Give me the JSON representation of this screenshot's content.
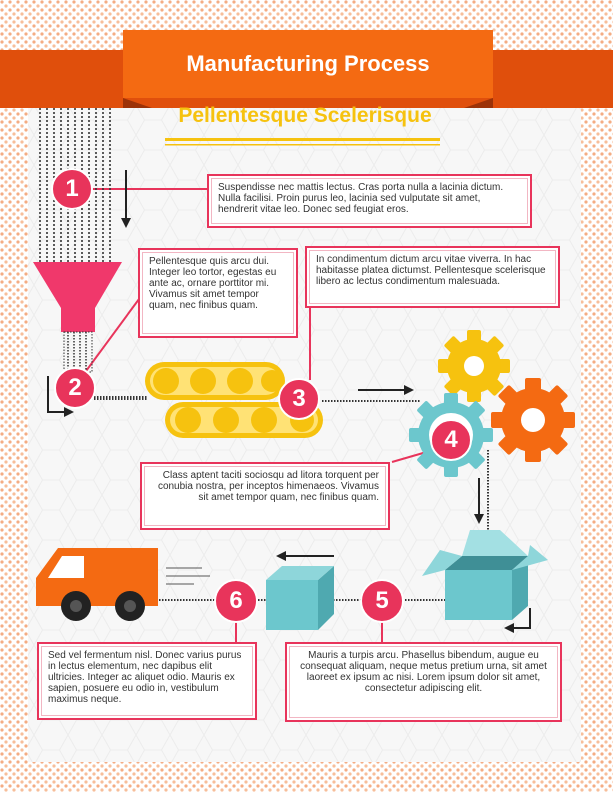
{
  "header": {
    "title": "Manufacturing Process",
    "subtitle": "Pellentesque Scelerisque"
  },
  "colors": {
    "orange": "#f46a12",
    "orange_dark": "#e04f0c",
    "pink": "#e8345b",
    "yellow": "#f6c20f",
    "teal": "#6cc7cd",
    "dot": "#f0915a"
  },
  "steps": [
    {
      "number": "1",
      "text": "Suspendisse nec mattis lectus. Cras porta nulla a lacinia dictum. Nulla facilisi. Proin purus leo, lacinia sed vulputate sit amet, hendrerit vitae leo. Donec sed feugiat eros."
    },
    {
      "number": "2",
      "text": "Pellentesque quis arcu dui. Integer leo tortor, egestas eu ante ac, ornare porttitor mi. Vivamus sit amet tempor quam, nec finibus quam."
    },
    {
      "number": "3",
      "text": "In condimentum dictum arcu vitae viverra. In hac habitasse platea dictumst. Pellentesque scelerisque libero ac lectus condimentum malesuada."
    },
    {
      "number": "4",
      "text": "Class aptent taciti sociosqu ad litora torquent per conubia nostra, per inceptos himenaeos. Vivamus sit amet tempor quam, nec finibus quam."
    },
    {
      "number": "5",
      "text": "Mauris a turpis arcu. Phasellus bibendum, augue eu consequat aliquam, neque metus pretium urna, sit amet laoreet ex ipsum ac nisi. Lorem ipsum dolor sit amet, consectetur adipiscing elit."
    },
    {
      "number": "6",
      "text": "Sed vel fermentum nisl. Donec varius purus in lectus elementum, nec dapibus elit ultricies. Integer ac aliquet odio. Mauris ex sapien, posuere eu odio in, vestibulum maximus neque."
    }
  ],
  "icons": [
    "funnel-icon",
    "conveyor-belt-icon",
    "gear-icon",
    "box-icon",
    "delivery-van-icon"
  ]
}
